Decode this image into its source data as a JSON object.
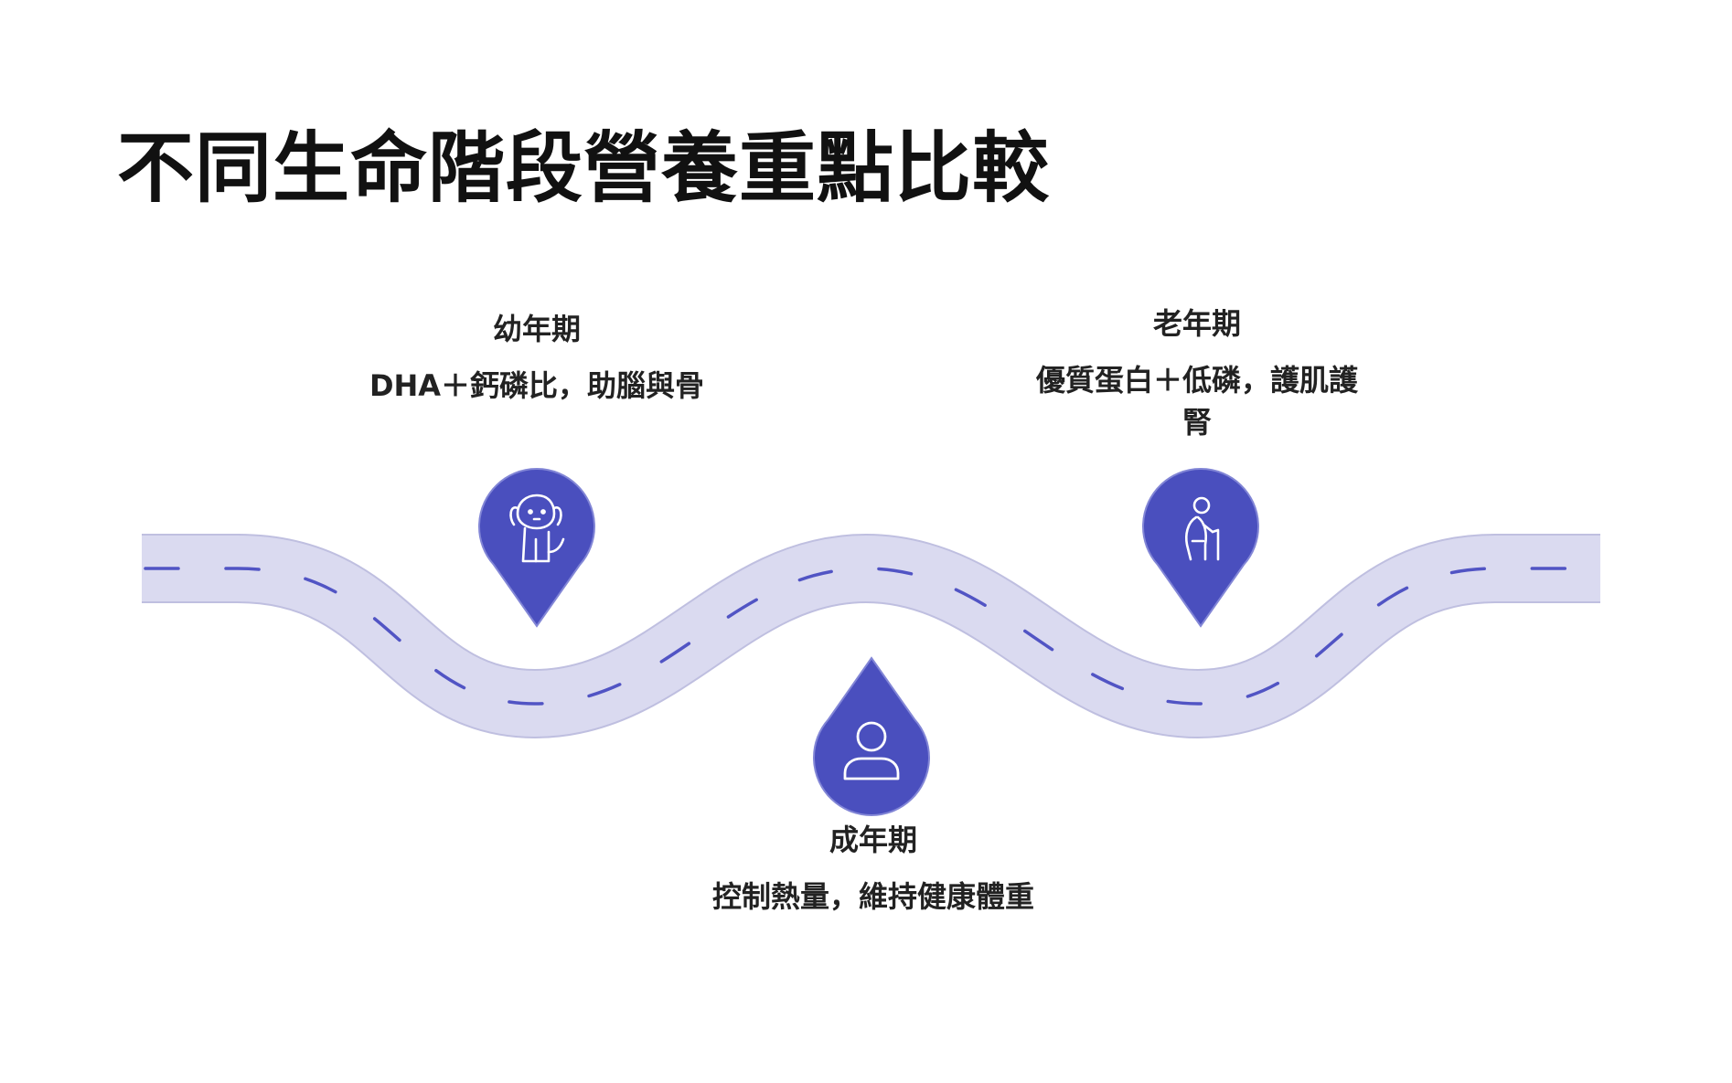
{
  "title": "不同生命階段營養重點比較",
  "colors": {
    "road_fill": "#dadaf0",
    "road_edge": "#bfbfe0",
    "road_dash": "#5154c4",
    "marker": "#4a4fbe",
    "marker_outline": "#8286d6",
    "icon_stroke": "#ffffff"
  },
  "stages": [
    {
      "id": "puppy",
      "label": "幼年期",
      "description": "DHA＋鈣磷比，助腦與骨",
      "icon": "puppy-icon"
    },
    {
      "id": "adult",
      "label": "成年期",
      "description": "控制熱量，維持健康體重",
      "icon": "person-icon"
    },
    {
      "id": "senior",
      "label": "老年期",
      "description": "優質蛋白＋低磷，護肌護腎",
      "icon": "elderly-person-icon"
    }
  ]
}
